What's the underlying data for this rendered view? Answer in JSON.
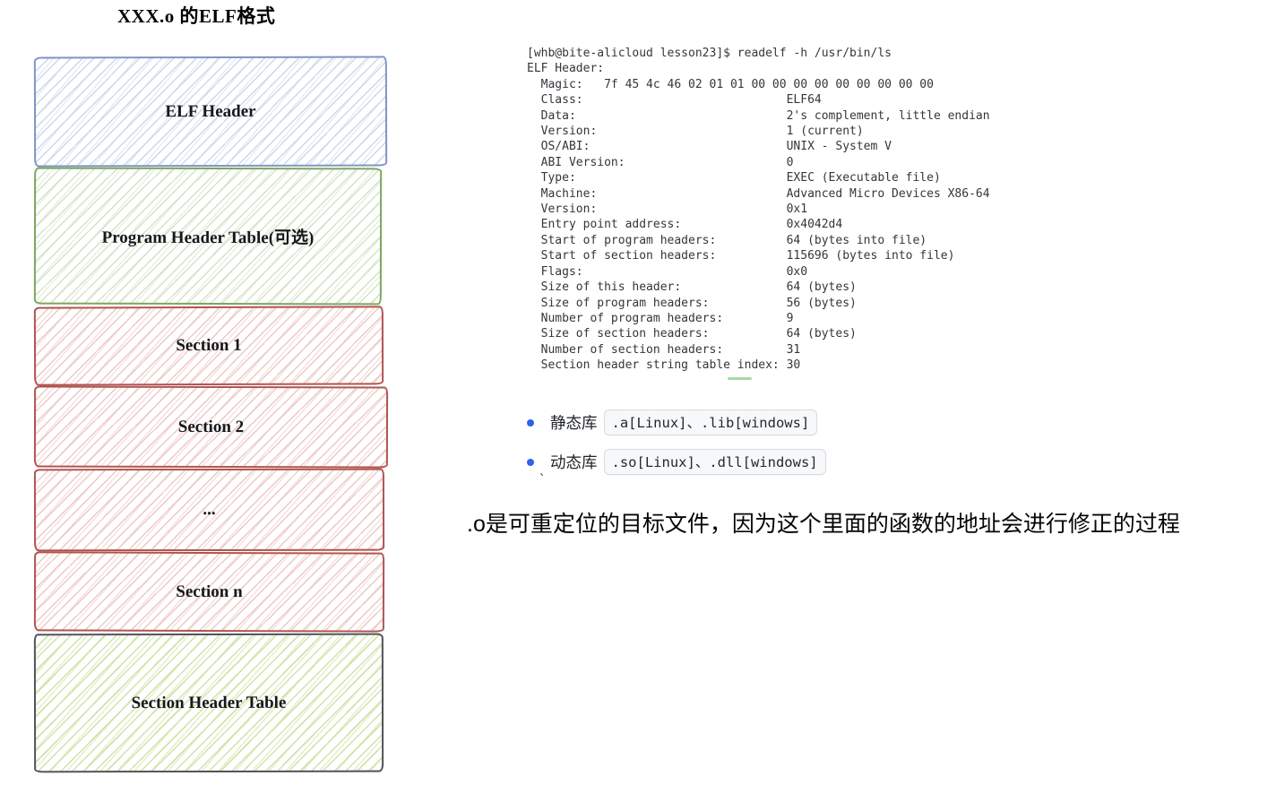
{
  "title": "XXX.o 的ELF格式",
  "diagram": {
    "boxes": [
      {
        "label": "ELF Header",
        "color_role": "elf-header-blue"
      },
      {
        "label": "Program Header Table(可选)",
        "color_role": "program-header-green"
      },
      {
        "label": "Section 1",
        "color_role": "section-red"
      },
      {
        "label": "Section 2",
        "color_role": "section-red"
      },
      {
        "label": "...",
        "color_role": "section-red"
      },
      {
        "label": "Section n",
        "color_role": "section-red"
      },
      {
        "label": "Section Header Table",
        "color_role": "section-header-table-green"
      }
    ]
  },
  "terminal": {
    "lines": [
      "[whb@bite-alicloud lesson23]$ readelf -h /usr/bin/ls",
      "ELF Header:",
      "  Magic:   7f 45 4c 46 02 01 01 00 00 00 00 00 00 00 00 00",
      "  Class:                             ELF64",
      "  Data:                              2's complement, little endian",
      "  Version:                           1 (current)",
      "  OS/ABI:                            UNIX - System V",
      "  ABI Version:                       0",
      "  Type:                              EXEC (Executable file)",
      "  Machine:                           Advanced Micro Devices X86-64",
      "  Version:                           0x1",
      "  Entry point address:               0x4042d4",
      "  Start of program headers:          64 (bytes into file)",
      "  Start of section headers:          115696 (bytes into file)",
      "  Flags:                             0x0",
      "  Size of this header:               64 (bytes)",
      "  Size of program headers:           56 (bytes)",
      "  Number of program headers:         9",
      "  Size of section headers:           64 (bytes)",
      "  Number of section headers:         31",
      "  Section header string table index: 30"
    ]
  },
  "bullets": [
    {
      "label": "静态库",
      "code": ".a[Linux]、.lib[windows]"
    },
    {
      "label": "动态库",
      "code": ".so[Linux]、.dll[windows]"
    }
  ],
  "stray_mark": "`",
  "note": ".o是可重定位的目标文件，因为这个里面的函数的地址会进行修正的过程",
  "colors": {
    "elf_header_border": "#8095c5",
    "program_header_border": "#7ea55f",
    "section_border": "#b25450",
    "section_header_table_border": "#4f545a",
    "bullet_dot": "#2f63e7",
    "code_chip_bg": "#f6f8fa",
    "code_chip_border": "#d6dbe1",
    "terminal_text": "#32373c",
    "spellcheck_underline": "#a8d8a8"
  }
}
